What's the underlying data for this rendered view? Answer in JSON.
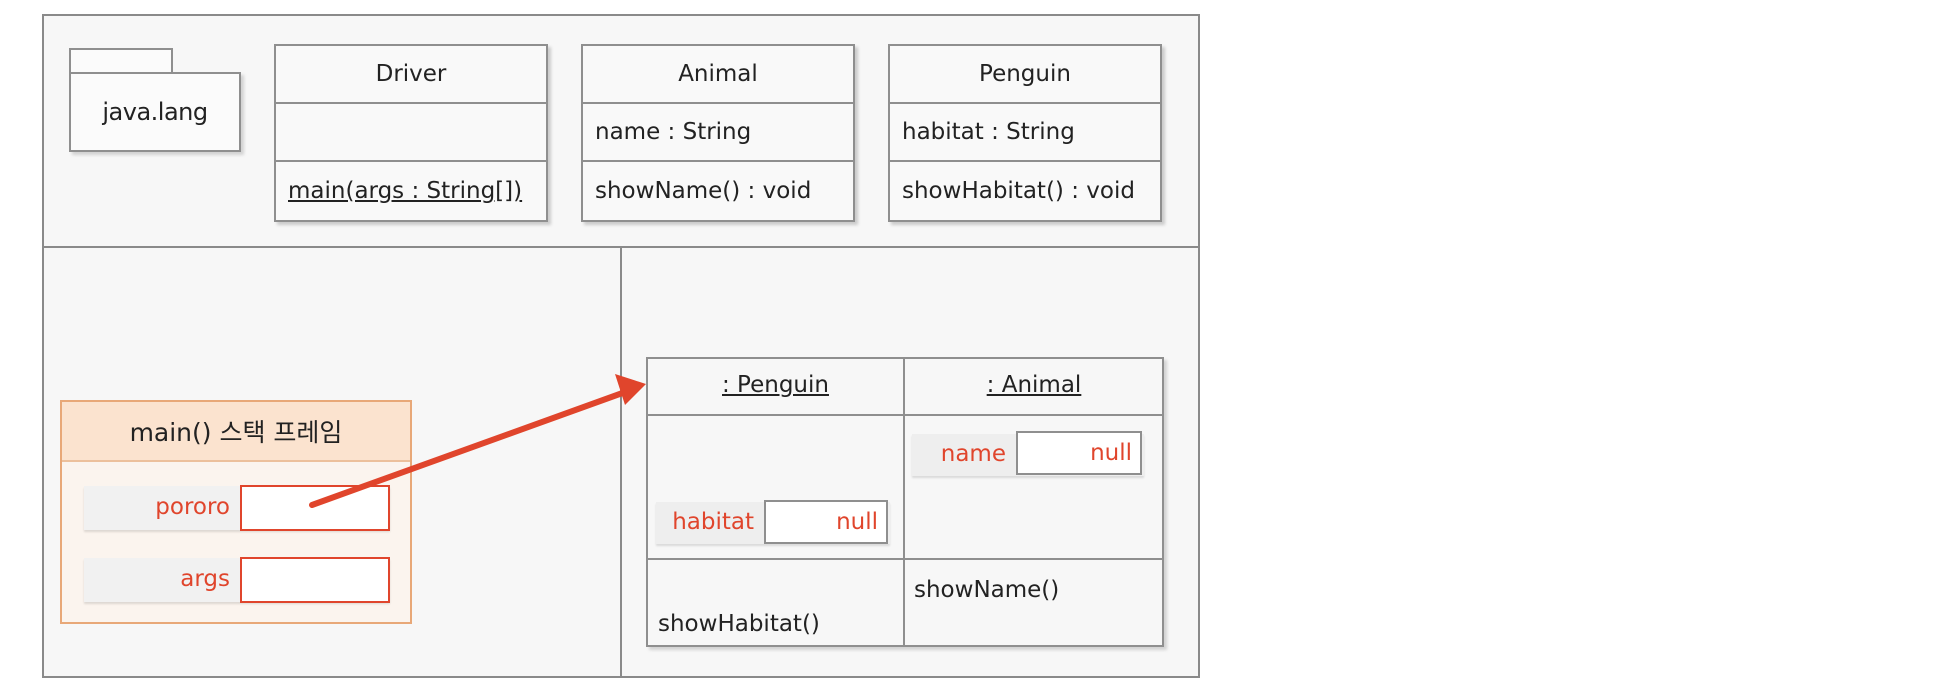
{
  "package": {
    "label": "java.lang"
  },
  "classes": [
    {
      "name": "Driver",
      "attribute": "",
      "method": "main(args : String[])"
    },
    {
      "name": "Animal",
      "attribute": "name : String",
      "method": "showName() : void"
    },
    {
      "name": "Penguin",
      "attribute": "habitat : String",
      "method": "showHabitat() : void"
    }
  ],
  "stack_frame": {
    "title": "main() 스택 프레임",
    "variables": [
      {
        "name": "pororo",
        "value": ""
      },
      {
        "name": "args",
        "value": ""
      }
    ]
  },
  "heap_object": {
    "penguin_title": ": Penguin",
    "animal_title": ": Animal",
    "penguin_field": {
      "name": "habitat",
      "value": "null"
    },
    "animal_field": {
      "name": "name",
      "value": "null"
    },
    "penguin_method": "showHabitat()",
    "animal_method": "showName()"
  },
  "colors": {
    "reference_arrow": "#e0452c",
    "variable_text": "#e0452c",
    "stack_border": "#e8a878"
  }
}
